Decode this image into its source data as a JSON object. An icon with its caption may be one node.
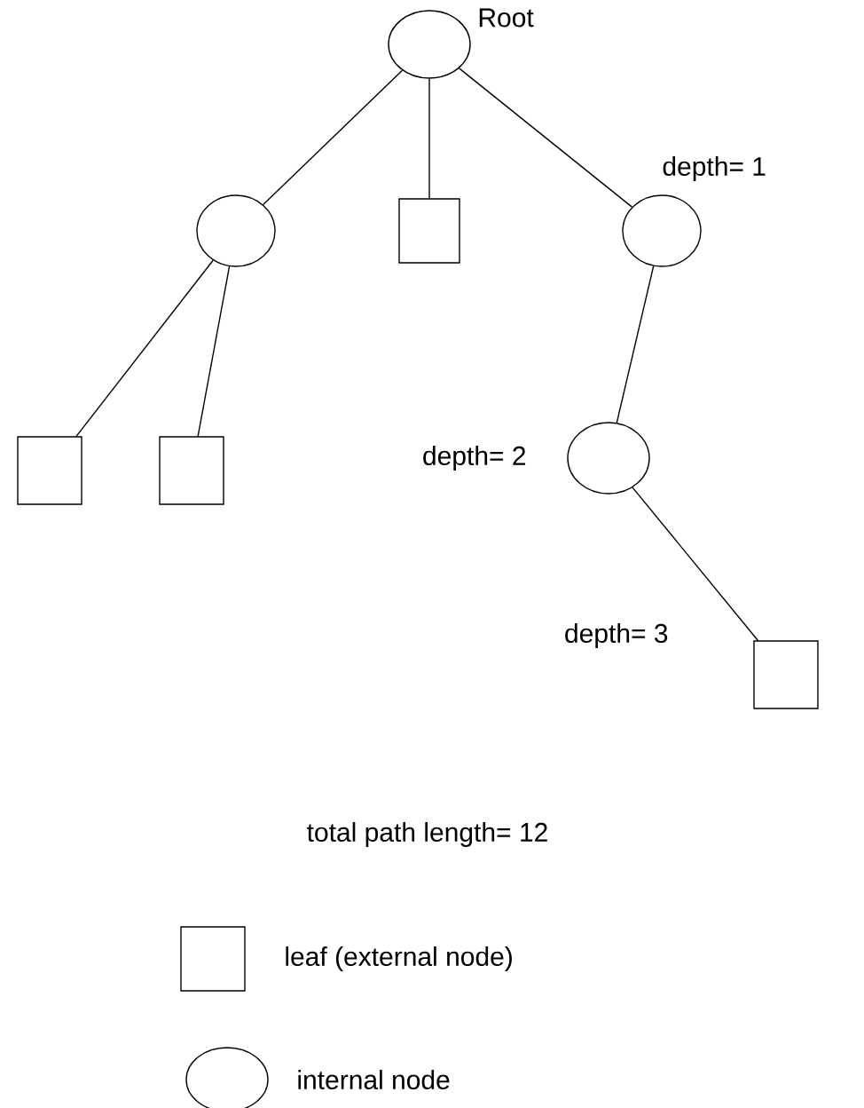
{
  "diagram": {
    "nodes": [
      {
        "text": [],
        "shape": "circle",
        "beside": [
          "Root"
        ]
      },
      {
        "text": [],
        "shape": "circle"
      },
      {
        "text": [],
        "shape": "box"
      },
      {
        "text": [],
        "shape": "circle",
        "beside": [
          "depth= 1"
        ]
      },
      {
        "text": [],
        "shape": "box"
      },
      {
        "text": [],
        "shape": "box"
      },
      {
        "text": [],
        "shape": "circle",
        "beside": [
          "depth= 2"
        ]
      },
      {
        "text": [],
        "shape": "box",
        "beside": [
          "depth= 3"
        ]
      }
    ],
    "edges": [
      {
        "from": 0,
        "to": 1,
        "arrow": "none"
      },
      {
        "from": 0,
        "to": 2,
        "arrow": "none"
      },
      {
        "from": 0,
        "to": 3,
        "arrow": "none"
      },
      {
        "from": 1,
        "to": 4,
        "arrow": "none"
      },
      {
        "from": 1,
        "to": 5,
        "arrow": "none"
      },
      {
        "from": 3,
        "to": 6,
        "arrow": "none"
      },
      {
        "from": 6,
        "to": 7,
        "arrow": "none"
      }
    ],
    "labels": [
      "total path length= 12"
    ],
    "legend": [
      {
        "text": "leaf (external node)"
      },
      {
        "text": "internal node"
      }
    ]
  }
}
